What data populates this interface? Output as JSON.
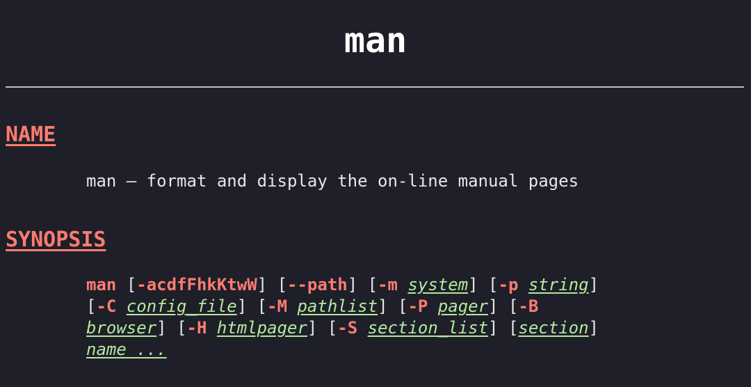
{
  "page": {
    "title": "man"
  },
  "sections": {
    "name": {
      "heading": "NAME",
      "text": "man – format and display the on-line manual pages"
    },
    "synopsis": {
      "heading": "SYNOPSIS",
      "command": "man",
      "opt_flags": "-acdfFhkKtwW",
      "opt_path": "--path",
      "opt_m": "-m",
      "arg_system": "system",
      "opt_p": "-p",
      "arg_string": "string",
      "opt_C": "-C",
      "arg_config_file": "config_file",
      "opt_M": "-M",
      "arg_pathlist": "pathlist",
      "opt_P": "-P",
      "arg_pager": "pager",
      "opt_B": "-B",
      "arg_browser": "browser",
      "opt_H": "-H",
      "arg_htmlpager": "htmlpager",
      "opt_S": "-S",
      "arg_section_list": "section_list",
      "arg_section": "section",
      "arg_name": "name ..."
    }
  },
  "colors": {
    "background": "#1e1f28",
    "heading": "#ff7b72",
    "argument": "#b5e8a0",
    "text": "#e6e6e6"
  }
}
